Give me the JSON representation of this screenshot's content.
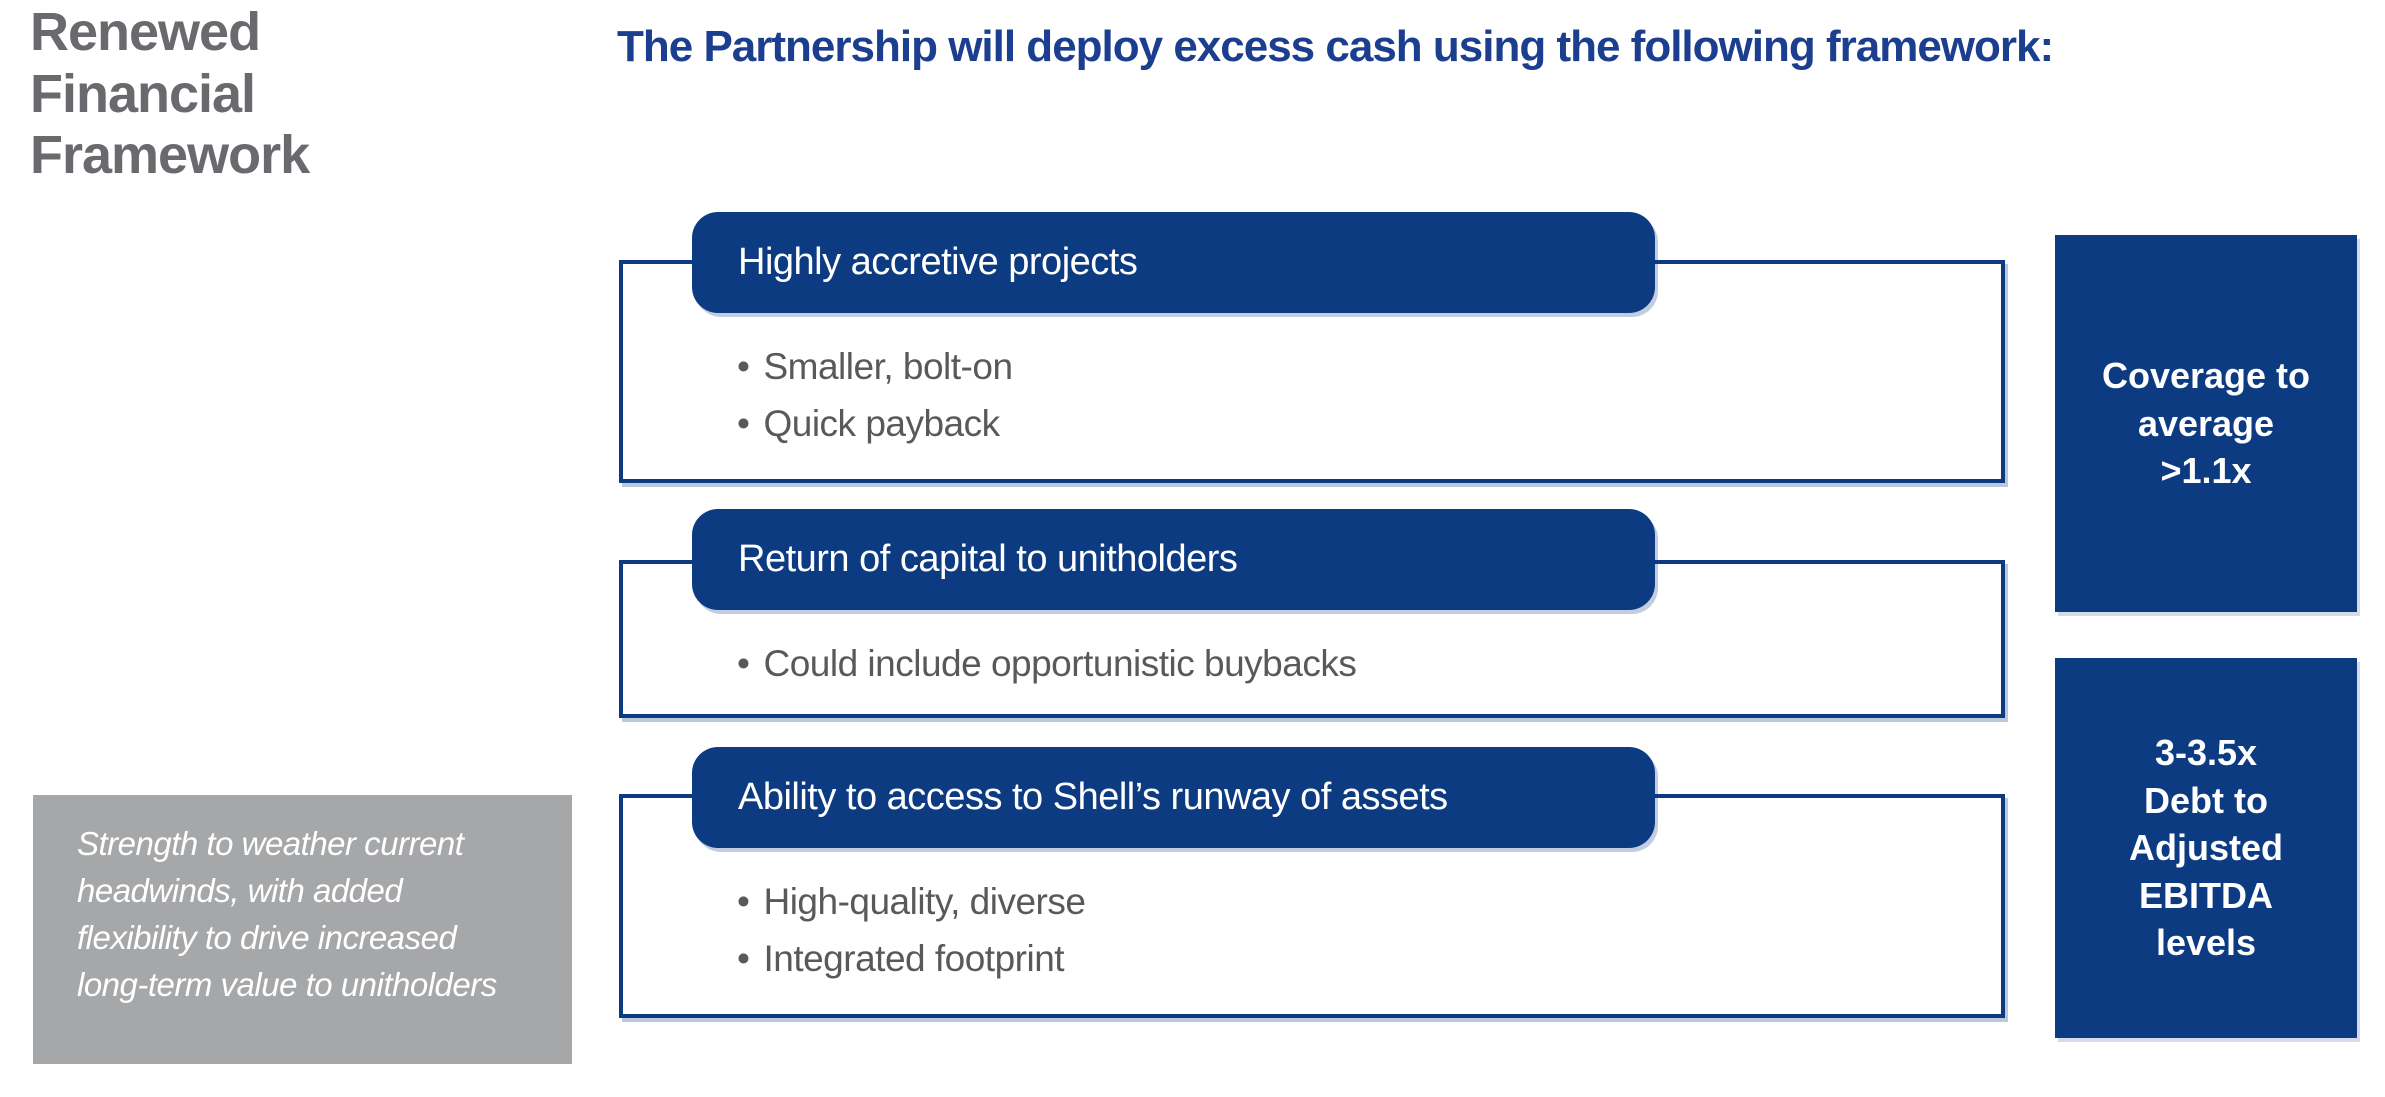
{
  "slide": {
    "title": "Renewed\nFinancial\nFramework",
    "headline": "The Partnership will deploy excess cash using the following framework:"
  },
  "ui": {
    "bullet_glyph": "•"
  },
  "framework_boxes": [
    {
      "header": "Highly accretive projects",
      "bullets": [
        "Smaller, bolt-on",
        "Quick payback"
      ]
    },
    {
      "header": "Return of capital to unitholders",
      "bullets": [
        "Could include opportunistic buybacks"
      ]
    },
    {
      "header": "Ability to access to Shell’s runway of assets",
      "bullets": [
        "High-quality, diverse",
        "Integrated footprint"
      ]
    }
  ],
  "metric_boxes": [
    {
      "text": "Coverage to\naverage\n>1.1x"
    },
    {
      "text": "3-3.5x\nDebt to\nAdjusted\nEBITDA\nlevels"
    }
  ],
  "callout": {
    "text": "Strength to weather current\nheadwinds, with added\nflexibility to drive increased\nlong-term value to unitholders"
  },
  "colors": {
    "navy": "#0d3b82",
    "headline_blue": "#1c3e8e",
    "title_gray": "#696a6d",
    "bullet_gray": "#58595b",
    "callout_gray": "#a6a7a9"
  }
}
